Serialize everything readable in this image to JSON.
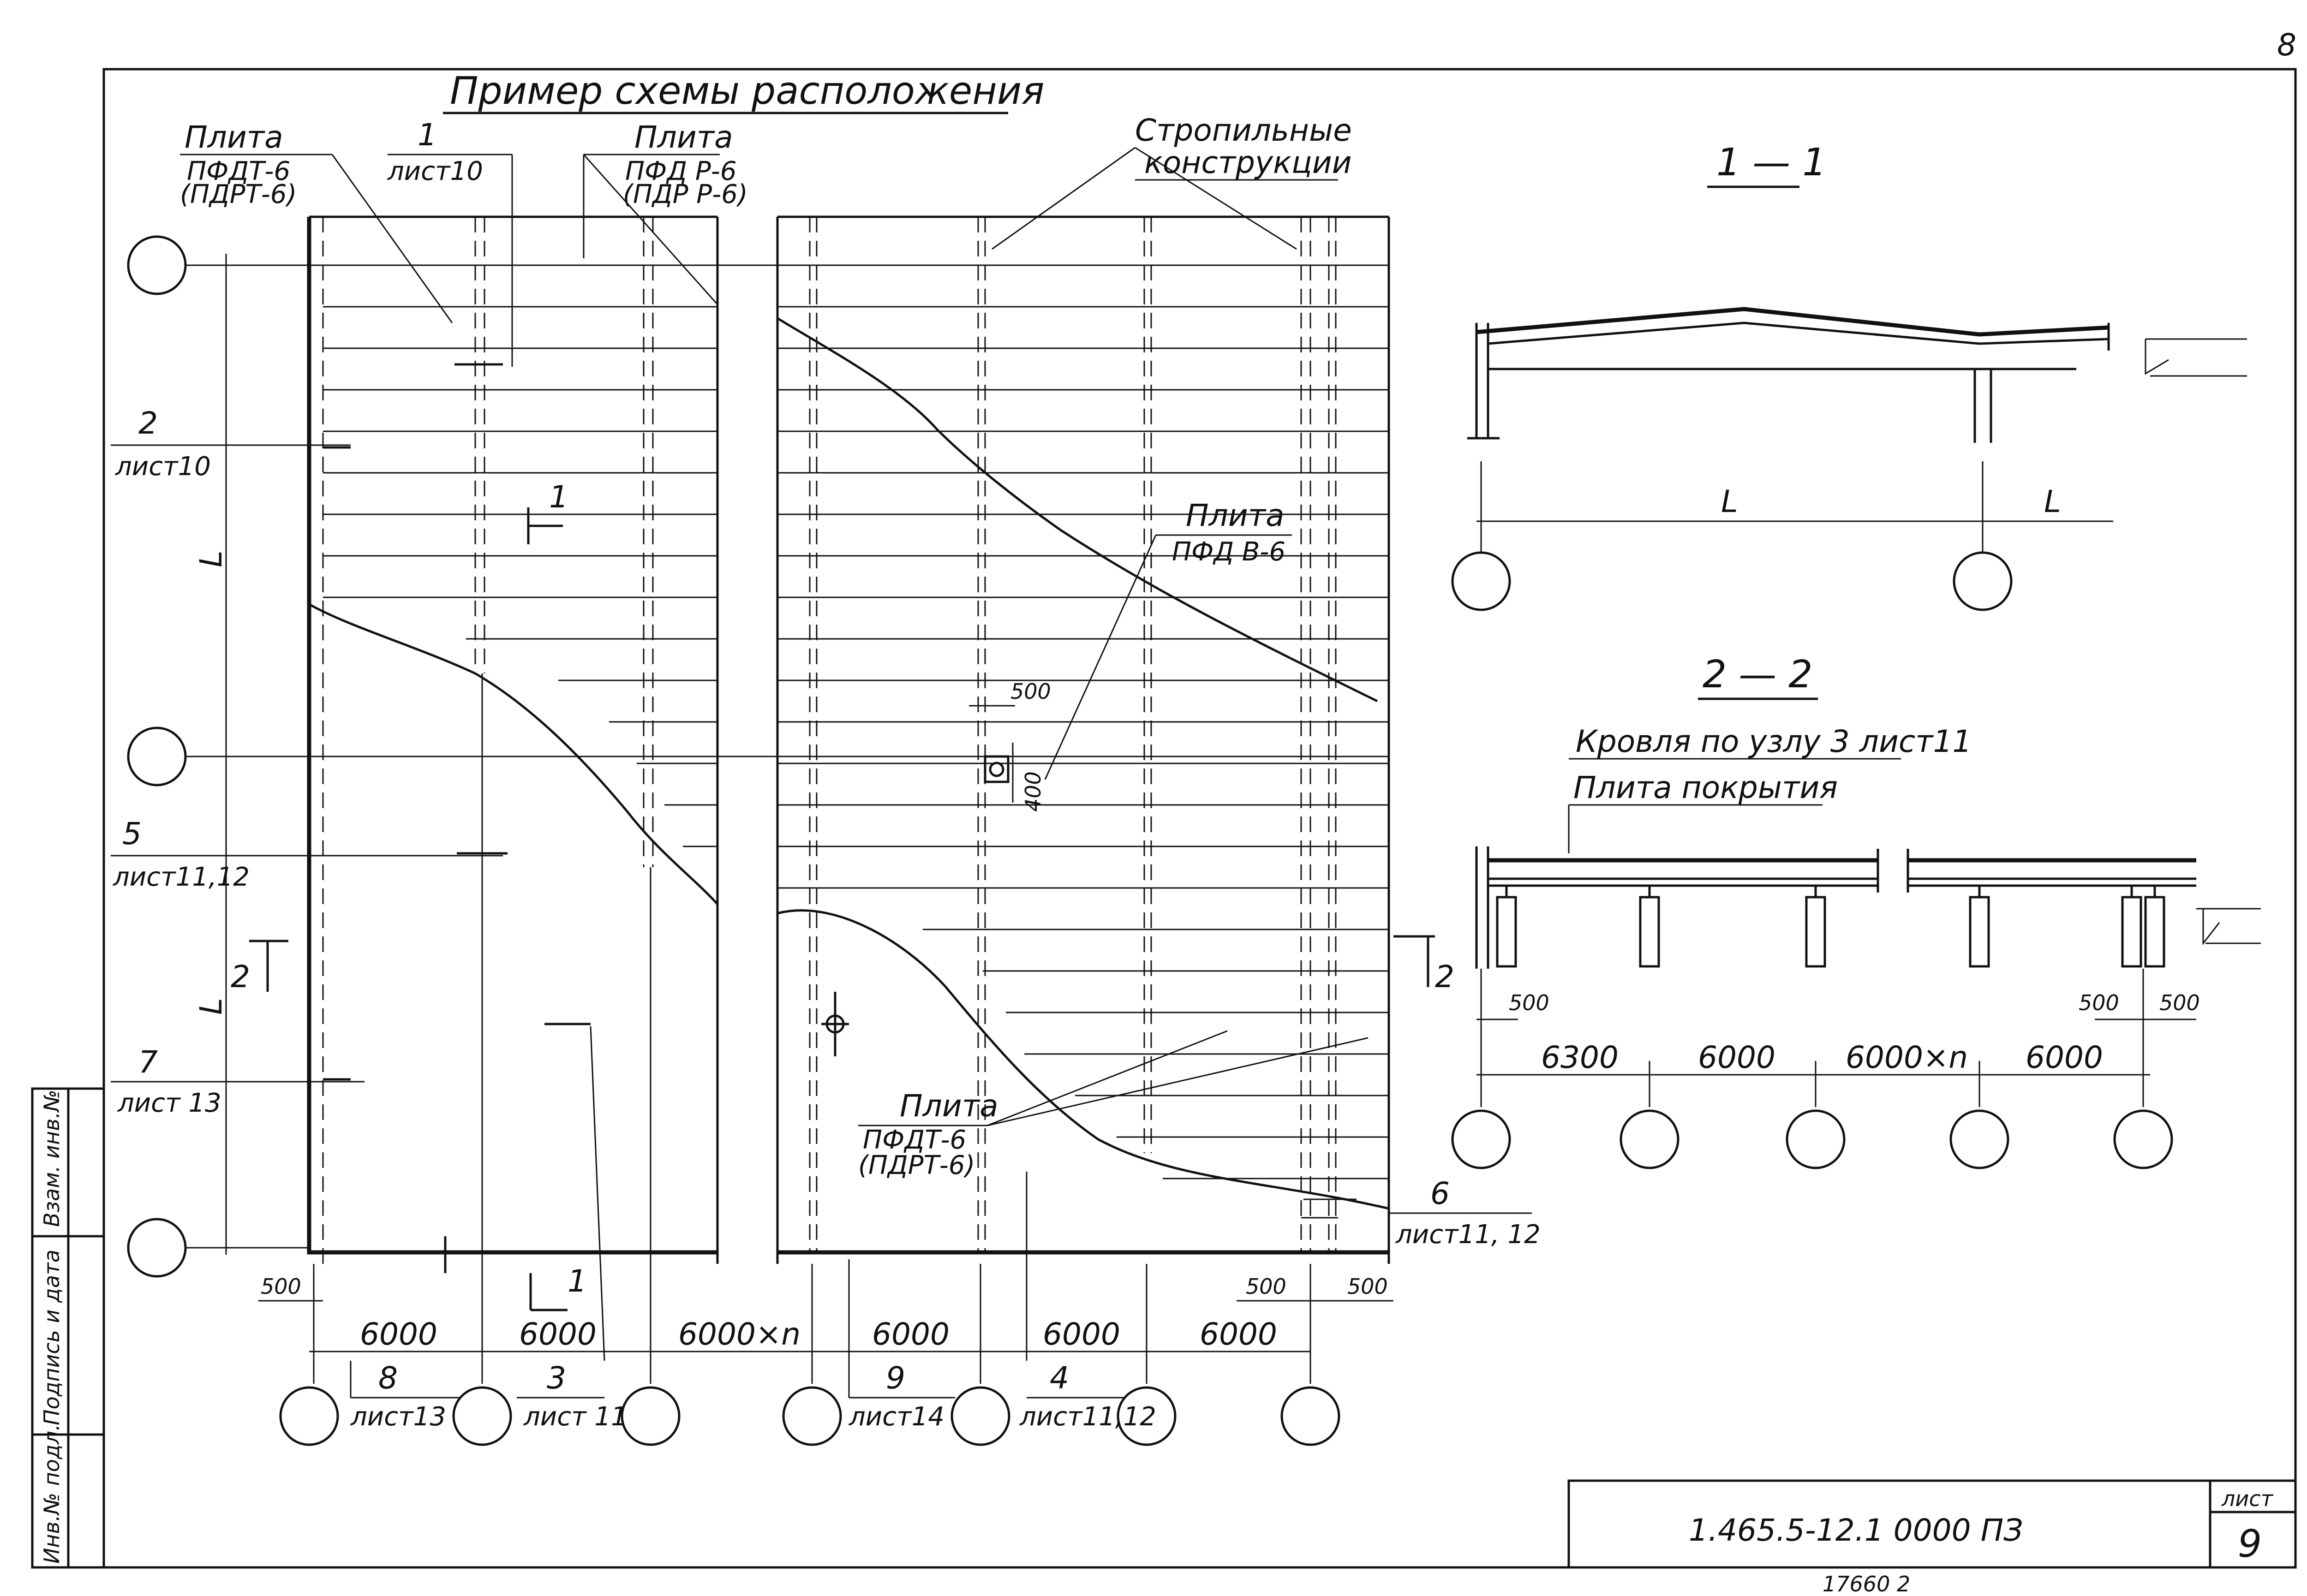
{
  "sheet": {
    "sheet_number_top": "8",
    "title": "Пример схемы расположения"
  },
  "plan_labels": {
    "plate_pfdt": {
      "name": "Плита",
      "mark": "ПФДТ-6",
      "mark_alt": "(ПДРТ-6)"
    },
    "callout_1": {
      "num": "1",
      "sheet": "лист10"
    },
    "plate_pfdr": {
      "name": "Плита",
      "mark": "ПФД Р-6",
      "mark_alt": "(ПДР Р-6)"
    },
    "rafters": {
      "line1": "Стропильные",
      "line2": "конструкции"
    },
    "callout_2": {
      "num": "2",
      "sheet": "лист10"
    },
    "callout_5": {
      "num": "5",
      "sheet": "лист11,12"
    },
    "callout_7": {
      "num": "7",
      "sheet": "лист 13"
    },
    "plate_pfdv": {
      "name": "Плита",
      "mark": "ПФД В-6"
    },
    "plate_pfdt_bottom": {
      "name": "Плита",
      "mark": "ПФДТ-6",
      "mark_alt": "(ПДРТ-6)"
    },
    "callout_6": {
      "num": "6",
      "sheet": "лист11, 12"
    },
    "callout_8": {
      "num": "8",
      "sheet": "лист13"
    },
    "callout_3": {
      "num": "3",
      "sheet": "лист 11"
    },
    "callout_9": {
      "num": "9",
      "sheet": "лист14"
    },
    "callout_4": {
      "num": "4",
      "sheet": "лист11,12"
    },
    "section_mark_1_top": "1",
    "section_mark_1_bottom": "1",
    "section_mark_2_left": "2",
    "section_mark_2_right": "2",
    "axis_span_label_1": "L",
    "axis_span_label_2": "L",
    "opening_dim_500": "500",
    "opening_dim_400": "400"
  },
  "plan_dims": {
    "left_500": "500",
    "right_500a": "500",
    "right_500b": "500",
    "spans": [
      "6000",
      "6000",
      "6000×n",
      "6000",
      "6000",
      "6000"
    ]
  },
  "section_1": {
    "title": "1 — 1",
    "span_1": "L",
    "span_2": "L"
  },
  "section_2": {
    "title": "2 — 2",
    "roof_note": "Кровля по узлу 3 лист11",
    "plate_note": "Плита покрытия",
    "dim_500_left": "500",
    "dim_500_r1": "500",
    "dim_500_r2": "500",
    "spans": [
      "6300",
      "6000",
      "6000×n",
      "6000"
    ]
  },
  "side_stamp": {
    "cells": [
      "Взам. инв.№",
      "Подпись и дата",
      "Инв.№ подл."
    ]
  },
  "title_block": {
    "code": "1.465.5-12.1 0000 ПЗ",
    "sheet_label": "лист",
    "sheet_number": "9",
    "below_frame": "17660   2"
  }
}
